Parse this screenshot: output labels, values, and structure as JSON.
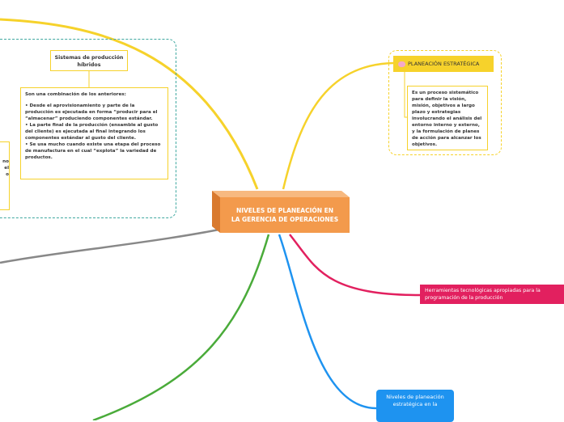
{
  "colors": {
    "central": "#f39a4c",
    "yellow": "#f6d22b",
    "red": "#e2205f",
    "blue": "#1e93f0",
    "green": "#4aab3a",
    "gray": "#888888",
    "teal": "#3fa8a0"
  },
  "central": {
    "line1": "NIVELES DE PLANEACIÓN EN",
    "line2": "LA GERENCIA DE OPERACIONES"
  },
  "planeacion": {
    "icon": "brain-icon",
    "title": "PLANEACIÓN ESTRATÉGICA",
    "description": "Es un proceso sistemático para definir la visión, misión, objetivos a largo plazo y estrategias involucrando el análisis del entorno interno y externo, y la formulación de planes de acción para alcanzar los objetivos."
  },
  "herramientas": {
    "text": "Herramientas tecnológicas apropiadas para la programación de la producción"
  },
  "niveles_blue": {
    "text": "Niveles de planeación estratégica en la"
  },
  "hibridos": {
    "title": "Sistemas de producción híbridos",
    "intro": "Son una combinación de los anteriores:",
    "bullets": [
      "•      Desde el aprovisionamiento y parte de la producción es ejecutada en forma “producir para el “almacenar” produciendo componentes estándar.",
      "•      La parte final de la producción (ensamble al gusto del cliente) es ejecutada al final integrando los componentes estándar al gusto del cliente.",
      "•      Se usa mucho cuando existe una etapa del proceso de manufactura en el cual “explota” la variedad de productos."
    ]
  },
  "partial_left": {
    "lines": [
      "no",
      "el",
      "o"
    ]
  }
}
